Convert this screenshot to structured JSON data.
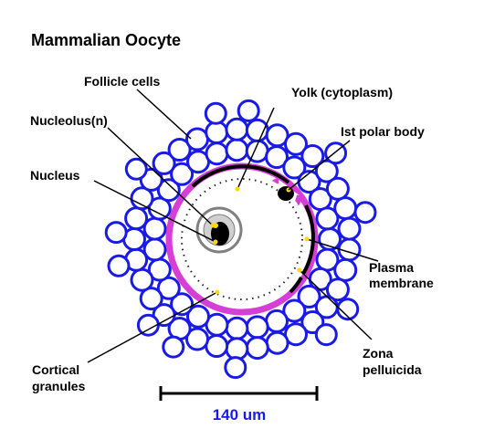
{
  "title": "Mammalian Oocyte",
  "labels": {
    "follicle_cells": "Follicle cells",
    "yolk": "Yolk (cytoplasm)",
    "nucleolus": "Nucleolus(n)",
    "polar_body": "Ist polar body",
    "nucleus": "Nucleus",
    "plasma_membrane_1": "Plasma",
    "plasma_membrane_2": "membrane",
    "cortical_granules_1": "Cortical",
    "cortical_granules_2": "granules",
    "zona_1": "Zona",
    "zona_2": "pelluicida"
  },
  "scale_bar": {
    "label": "140 um"
  },
  "colors": {
    "follicle": "#1a1ae6",
    "zona": "#d63fd6",
    "membrane": "#000000",
    "pointer_tip": "#ffd800",
    "scale_text": "#1a1ae6"
  }
}
